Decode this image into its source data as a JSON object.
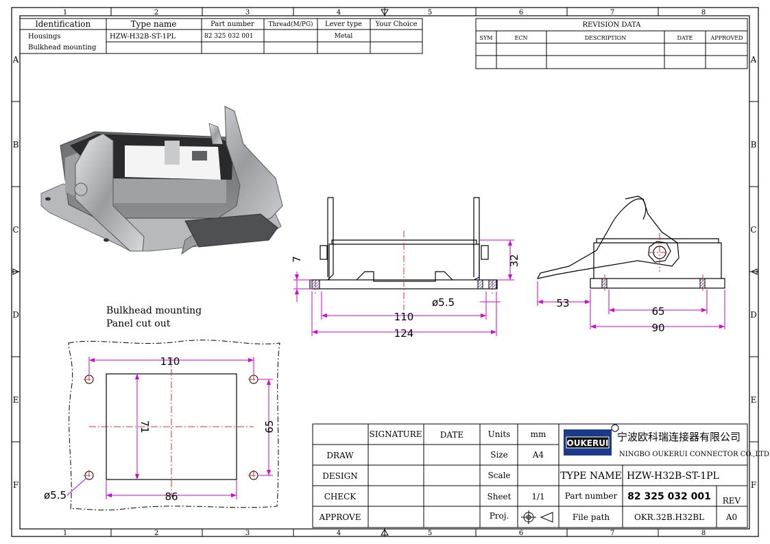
{
  "frame": {
    "col_labels": [
      "1",
      "2",
      "3",
      "4",
      "5",
      "6",
      "7",
      "8"
    ],
    "row_labels": [
      "A",
      "B",
      "C",
      "D",
      "E",
      "F"
    ]
  },
  "ident_table": {
    "headers": [
      "ldentification",
      "Type name",
      "Part number",
      "Thread(M/PG)",
      "Lever type",
      "Your Choice"
    ],
    "row1": [
      "Housings",
      "HZW-H32B-ST-1PL",
      "82 325 032 001",
      "",
      "Metal",
      ""
    ],
    "row2": [
      "Bulkhead mounting",
      "",
      "",
      "",
      "",
      ""
    ]
  },
  "revision": {
    "title": "REVISION  DATA",
    "headers": [
      "SYM",
      "ECN",
      "DESCRIPTION",
      "DATE",
      "APPROVED"
    ]
  },
  "dimensions": {
    "front": {
      "height": "7",
      "depth": "32",
      "hole": "ø5.5",
      "pitch": "110",
      "width": "124"
    },
    "side": {
      "lever": "53",
      "pitch": "65",
      "width": "90"
    },
    "cutout": {
      "pitch_x": "110",
      "pitch_y": "65",
      "height": "71",
      "width": "86",
      "hole": "ø5.5"
    }
  },
  "cutout_caption": [
    "Bulkhead mounting",
    "Panel cut out"
  ],
  "title_block": {
    "signature": "SIGNATURE",
    "date": "DATE",
    "rows": [
      "DRAW",
      "DESIGN",
      "CHECK",
      "APPROVE"
    ],
    "units_label": "Units",
    "units_value": "mm",
    "size_label": "Size",
    "size_value": "A4",
    "scale_label": "Scale",
    "scale_value": "",
    "sheet_label": "Sheet",
    "sheet_value": "1/1",
    "proj_label": "Proj.",
    "logo": "OUKERUI",
    "company_cn": "宁波欧科瑞连接器有限公司",
    "company_en": "NINGBO OUKERUI CONNECTOR CO.,LTD.",
    "type_name_label": "TYPE NAME",
    "type_name_value": "HZW-H32B-ST-1PL",
    "part_label": "Part number",
    "part_value": "82 325 032 001",
    "rev_label": "REV",
    "rev_value": "A0",
    "path_label": "File path",
    "path_value": "OKR.32B.H32BL"
  },
  "colors": {
    "dimension": "#d400d4",
    "center": "#e03030",
    "hatch": "#3030c0"
  }
}
